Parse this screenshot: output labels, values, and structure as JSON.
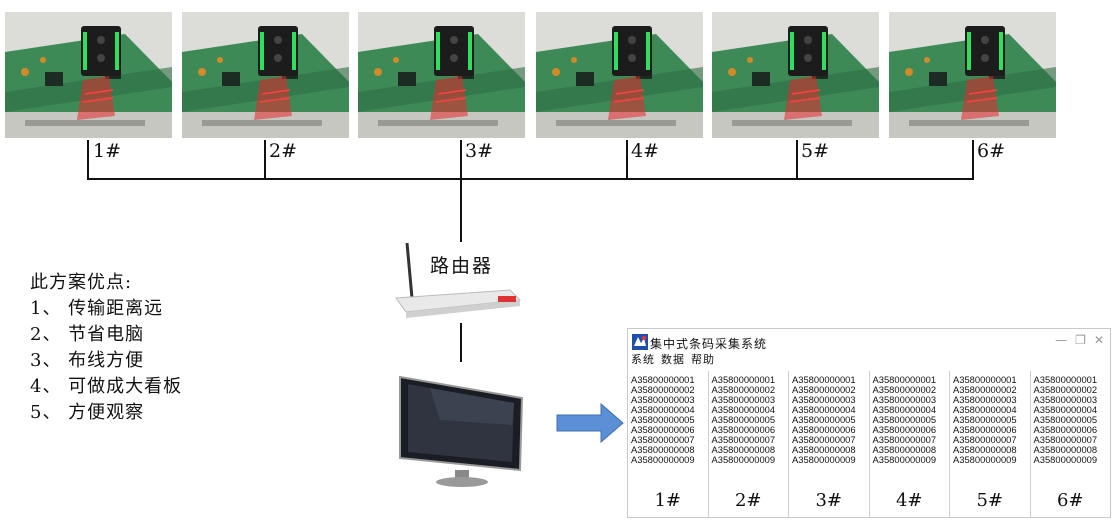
{
  "cameras": [
    {
      "label": "1#"
    },
    {
      "label": "2#"
    },
    {
      "label": "3#"
    },
    {
      "label": "4#"
    },
    {
      "label": "5#"
    },
    {
      "label": "6#"
    }
  ],
  "router": {
    "label": "路由器"
  },
  "advantages": {
    "title": "此方案优点:",
    "items": [
      "1、 传输距离远",
      "2、 节省电脑",
      "3、 布线方便",
      "4、 可做成大看板",
      "5、 方便观察"
    ]
  },
  "window": {
    "title": "集中式条码采集系统",
    "menu": [
      "系统",
      "数据",
      "帮助"
    ],
    "columns": [
      {
        "label": "1#",
        "codes": [
          "A35800000001",
          "A35800000002",
          "A35800000003",
          "A35800000004",
          "A35800000005",
          "A35800000006",
          "A35800000007",
          "A35800000008",
          "A35800000009"
        ]
      },
      {
        "label": "2#",
        "codes": [
          "A35800000001",
          "A35800000002",
          "A35800000003",
          "A35800000004",
          "A35800000005",
          "A35800000006",
          "A35800000007",
          "A35800000008",
          "A35800000009"
        ]
      },
      {
        "label": "3#",
        "codes": [
          "A35800000001",
          "A35800000002",
          "A35800000003",
          "A35800000004",
          "A35800000005",
          "A35800000006",
          "A35800000007",
          "A35800000008",
          "A35800000009"
        ]
      },
      {
        "label": "4#",
        "codes": [
          "A35800000001",
          "A35800000002",
          "A35800000003",
          "A35800000004",
          "A35800000005",
          "A35800000006",
          "A35800000007",
          "A35800000008",
          "A35800000009"
        ]
      },
      {
        "label": "5#",
        "codes": [
          "A35800000001",
          "A35800000002",
          "A35800000003",
          "A35800000004",
          "A35800000005",
          "A35800000006",
          "A35800000007",
          "A35800000008",
          "A35800000009"
        ]
      },
      {
        "label": "6#",
        "codes": [
          "A35800000001",
          "A35800000002",
          "A35800000003",
          "A35800000004",
          "A35800000005",
          "A35800000006",
          "A35800000007",
          "A35800000008",
          "A35800000009"
        ]
      }
    ]
  },
  "colors": {
    "arrow": "#5b8fd6",
    "pcb": "#3d8a57",
    "laser": "#e8282b",
    "camera_glow": "#2ee060"
  }
}
